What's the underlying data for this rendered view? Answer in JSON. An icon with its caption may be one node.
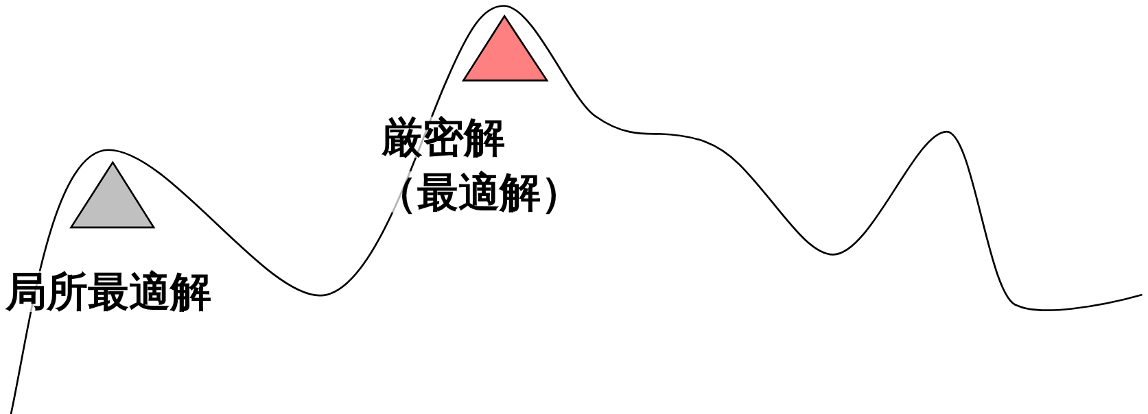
{
  "diagram": {
    "nodes": [
      {
        "text": [],
        "shape": "triangle"
      },
      {
        "text": [],
        "shape": "triangle"
      }
    ],
    "labels": [
      "局所最適解",
      "厳密解",
      "（最適解）"
    ]
  }
}
